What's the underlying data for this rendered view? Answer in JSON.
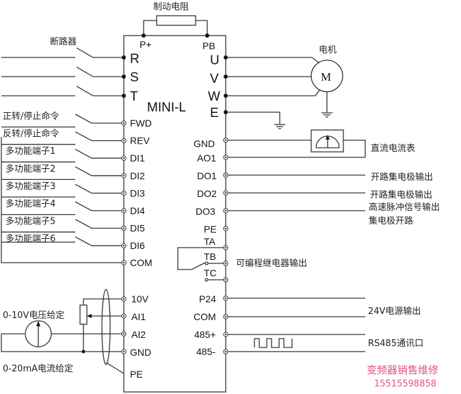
{
  "title": "MINI-L",
  "top": {
    "brake_resistor_label": "制动电阻",
    "p_plus": "P+",
    "pb": "PB"
  },
  "left_power": {
    "breaker_label": "断路器",
    "terminals": [
      "R",
      "S",
      "T"
    ]
  },
  "right_power": {
    "terminals": [
      "U",
      "V",
      "W",
      "E"
    ],
    "motor_label": "电机",
    "motor_symbol": "M"
  },
  "digital_inputs": [
    {
      "label": "正转/停止命令",
      "terminal": "FWD"
    },
    {
      "label": "反转/停止命令",
      "terminal": "REV"
    },
    {
      "label": "多功能端子1",
      "terminal": "DI1"
    },
    {
      "label": "多功能端子2",
      "terminal": "DI2"
    },
    {
      "label": "多功能端子3",
      "terminal": "DI3"
    },
    {
      "label": "多功能端子4",
      "terminal": "DI4"
    },
    {
      "label": "多功能端子5",
      "terminal": "DI5"
    },
    {
      "label": "多功能端子6",
      "terminal": "DI6"
    }
  ],
  "common_terminal": "COM",
  "analog_inputs": {
    "terminals": [
      "10V",
      "AI1",
      "AI2",
      "GND",
      "PE"
    ],
    "voltage_label": "0-10V电压给定",
    "current_label": "0-20mA电流给定"
  },
  "right_outputs": {
    "gnd": "GND",
    "ao1": "AO1",
    "meter_label": "直流电流表",
    "do1": "DO1",
    "do1_label": "开路集电极输出",
    "do2": "DO2",
    "do2_label": "开路集电极输出",
    "do3": "DO3",
    "do3_label_line1": "高速脉冲信号输出",
    "do3_label_line2": "集电极开路",
    "pe": "PE",
    "ta": "TA",
    "tb": "TB",
    "tc": "TC",
    "relay_label": "可编程继电器输出",
    "p24": "P24",
    "com": "COM",
    "power_label": "24V电源输出",
    "rs485_plus": "485+",
    "rs485_minus": "485-",
    "rs485_label": "RS485通讯口"
  },
  "watermark": {
    "line1": "变频器销售维修",
    "line2": "15515598858",
    "color": "#e0557f"
  }
}
